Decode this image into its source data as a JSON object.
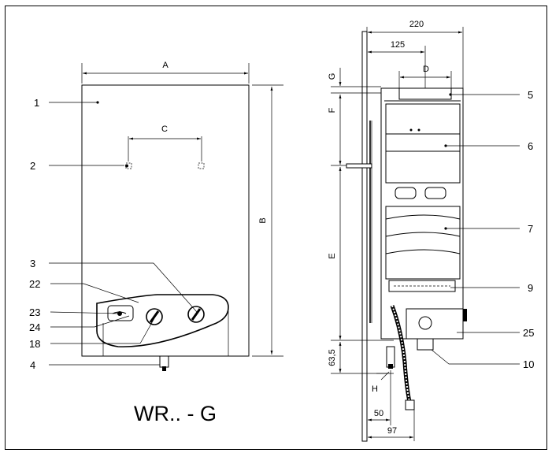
{
  "front_view": {
    "model_label": "WR.. - G",
    "dimensions": {
      "width": "A",
      "height": "B",
      "bracket": "C"
    },
    "callouts": {
      "c1": "1",
      "c2": "2",
      "c3": "3",
      "c22": "22",
      "c23": "23",
      "c24": "24",
      "c18": "18",
      "c4": "4"
    }
  },
  "side_view": {
    "dimensions": {
      "total_depth": "220",
      "depth_125": "125",
      "flue": "D",
      "top_gap": "G",
      "f_height": "F",
      "e_height": "E",
      "bottom": "63,5",
      "h_label": "H",
      "depth_50": "50",
      "depth_97": "97"
    },
    "callouts": {
      "c5": "5",
      "c6": "6",
      "c7": "7",
      "c9": "9",
      "c25": "25",
      "c10": "10"
    }
  }
}
